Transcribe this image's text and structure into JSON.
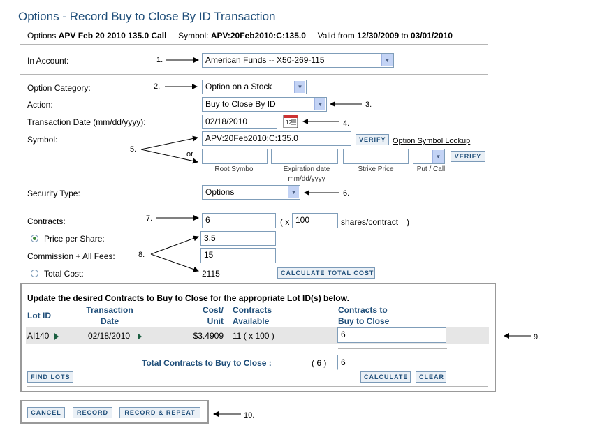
{
  "title": "Options - Record Buy to Close By ID Transaction",
  "summary": {
    "prefix": "Options",
    "option_name": "APV Feb 20 2010 135.0 Call",
    "symbol_label": "Symbol:",
    "symbol_value": "APV:20Feb2010:C:135.0",
    "valid_label": "Valid from",
    "valid_from": "12/30/2009",
    "to_label": "to",
    "valid_to": "03/01/2010"
  },
  "account": {
    "label": "In Account:",
    "value": "American Funds -- X50-269-115"
  },
  "category": {
    "label": "Option Category:",
    "value": "Option on a Stock"
  },
  "action": {
    "label": "Action:",
    "value": "Buy to Close By ID"
  },
  "date": {
    "label": "Transaction Date (mm/dd/yyyy):",
    "value": "02/18/2010"
  },
  "symbol": {
    "label": "Symbol:",
    "value": "APV:20Feb2010:C:135.0",
    "verify": "VERIFY",
    "lookup": "Option Symbol Lookup",
    "or": "or",
    "root_label": "Root Symbol",
    "exp_label": "Expiration date",
    "exp_format": "mm/dd/yyyy",
    "strike_label": "Strike Price",
    "putcall_label": "Put / Call",
    "verify2": "VERIFY"
  },
  "security": {
    "label": "Security Type:",
    "value": "Options"
  },
  "contracts": {
    "label": "Contracts:",
    "value": "6",
    "x_open": "( x",
    "shares": "100",
    "shares_link": "shares/contract",
    "close": ")"
  },
  "price": {
    "label": "Price per Share:",
    "value": "3.5"
  },
  "commission": {
    "label": "Commission + All Fees:",
    "value": "15"
  },
  "total": {
    "label": "Total Cost:",
    "value": "2115",
    "calc_button": "CALCULATE TOTAL COST"
  },
  "lots": {
    "heading": "Update the desired Contracts to Buy to Close for the appropriate Lot ID(s) below.",
    "col_lot": "Lot ID",
    "col_tdate_1": "Transaction",
    "col_tdate_2": "Date",
    "col_cost_1": "Cost/",
    "col_cost_2": "Unit",
    "col_avail_1": "Contracts",
    "col_avail_2": "Available",
    "col_buy_1": "Contracts to",
    "col_buy_2": "Buy to Close",
    "row": {
      "lot_id": "AI140",
      "date": "02/18/2010",
      "cost": "$3.4909",
      "available": "11 ( x 100 )",
      "buy": "6"
    },
    "total_label": "Total Contracts to Buy to Close :",
    "total_paren": "( 6 ) =",
    "total_value": "6",
    "find_lots": "FIND LOTS",
    "calculate": "CALCULATE",
    "clear": "CLEAR"
  },
  "buttons": {
    "cancel": "CANCEL",
    "record": "RECORD",
    "record_repeat": "RECORD & REPEAT"
  },
  "annotations": [
    "1.",
    "2.",
    "3.",
    "4.",
    "5.",
    "6.",
    "7.",
    "8.",
    "9.",
    "10."
  ]
}
